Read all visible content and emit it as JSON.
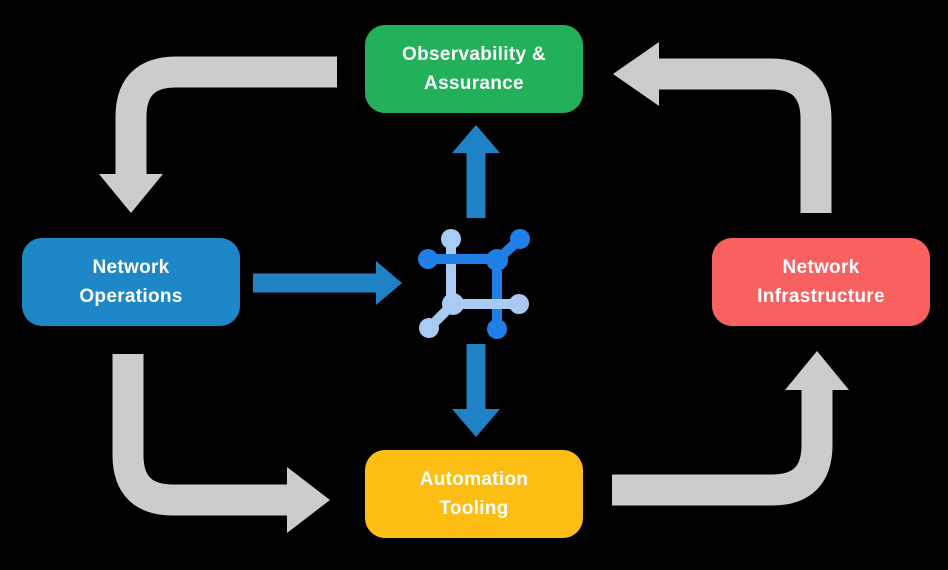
{
  "diagram": {
    "nodes": {
      "observability": {
        "label": "Observability &\nAssurance"
      },
      "operations": {
        "label": "Network\nOperations"
      },
      "infrastructure": {
        "label": "Network\nInfrastructure"
      },
      "automation": {
        "label": "Automation\nTooling"
      }
    },
    "icons": {
      "center": "network-automation-icon"
    }
  },
  "colors": {
    "background": "#000000",
    "observability_green": "#22B05B",
    "operations_blue": "#1E87C8",
    "infrastructure_red": "#F96060",
    "automation_yellow": "#FDBE13",
    "cycle_arrow_gray": "#CCCCCC",
    "flow_arrow_blue": "#1F82C4",
    "icon_dark_blue": "#1F7FE6",
    "icon_light_blue": "#A9CAF3",
    "label_text": "#FFFFFF"
  }
}
